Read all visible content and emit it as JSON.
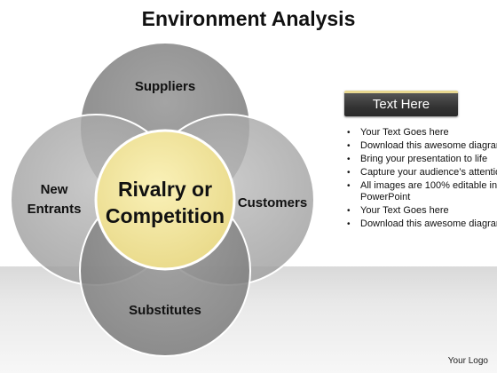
{
  "title": "Environment Analysis",
  "diagram": {
    "center": {
      "line1": "Rivalry or",
      "line2": "Competition"
    },
    "top": "Suppliers",
    "left": {
      "line1": "New",
      "line2": "Entrants"
    },
    "right": "Customers",
    "bottom": "Substitutes"
  },
  "panel": {
    "header": "Text Here",
    "bullets": [
      "Your Text Goes here",
      "Download this awesome diagram",
      "Bring your presentation to life",
      "Capture your audience’s attention",
      "All images are 100% editable in PowerPoint",
      "Your Text Goes here",
      "Download this awesome diagram"
    ]
  },
  "logo": "Your Logo",
  "colors": {
    "top_circle": "#8e8e8e",
    "side_circles": "#aaaaaa",
    "bottom_circle": "#8a8a8a",
    "center_circle": "#f3e7a0"
  }
}
